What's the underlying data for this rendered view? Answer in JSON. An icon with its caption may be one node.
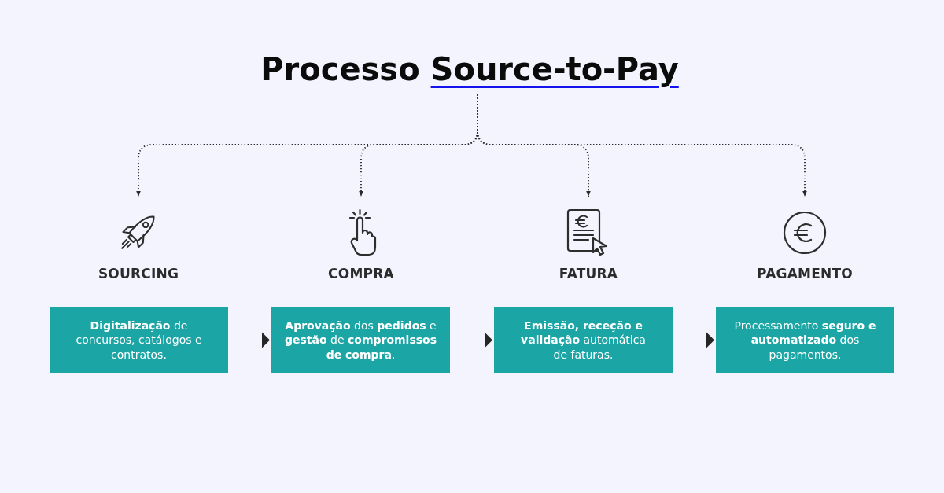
{
  "diagram": {
    "nodes": [
      {
        "text": [
          "Processo Source-to-Pay"
        ]
      },
      {
        "text": [
          "SOURCING",
          "**Digitalização** de concursos, catálogos e contratos."
        ]
      },
      {
        "text": [
          "COMPRA",
          "**Aprovação** dos **pedidos** e **gestão** de **compromissos de compra**."
        ]
      },
      {
        "text": [
          "FATURA",
          "**Emissão, receção e validação** automática de faturas."
        ]
      },
      {
        "text": [
          "PAGAMENTO",
          "Processamento **seguro e automatizado** dos pagamentos."
        ]
      }
    ],
    "edges": [
      {
        "from": 0,
        "to": 1,
        "arrow": "to",
        "style": "dashed"
      },
      {
        "from": 0,
        "to": 2,
        "arrow": "to",
        "style": "dashed"
      },
      {
        "from": 0,
        "to": 3,
        "arrow": "to",
        "style": "dashed"
      },
      {
        "from": 0,
        "to": 4,
        "arrow": "to",
        "style": "dashed"
      },
      {
        "from": 1,
        "to": 2,
        "arrow": "to"
      },
      {
        "from": 2,
        "to": 3,
        "arrow": "to"
      },
      {
        "from": 3,
        "to": 4,
        "arrow": "to"
      }
    ]
  }
}
